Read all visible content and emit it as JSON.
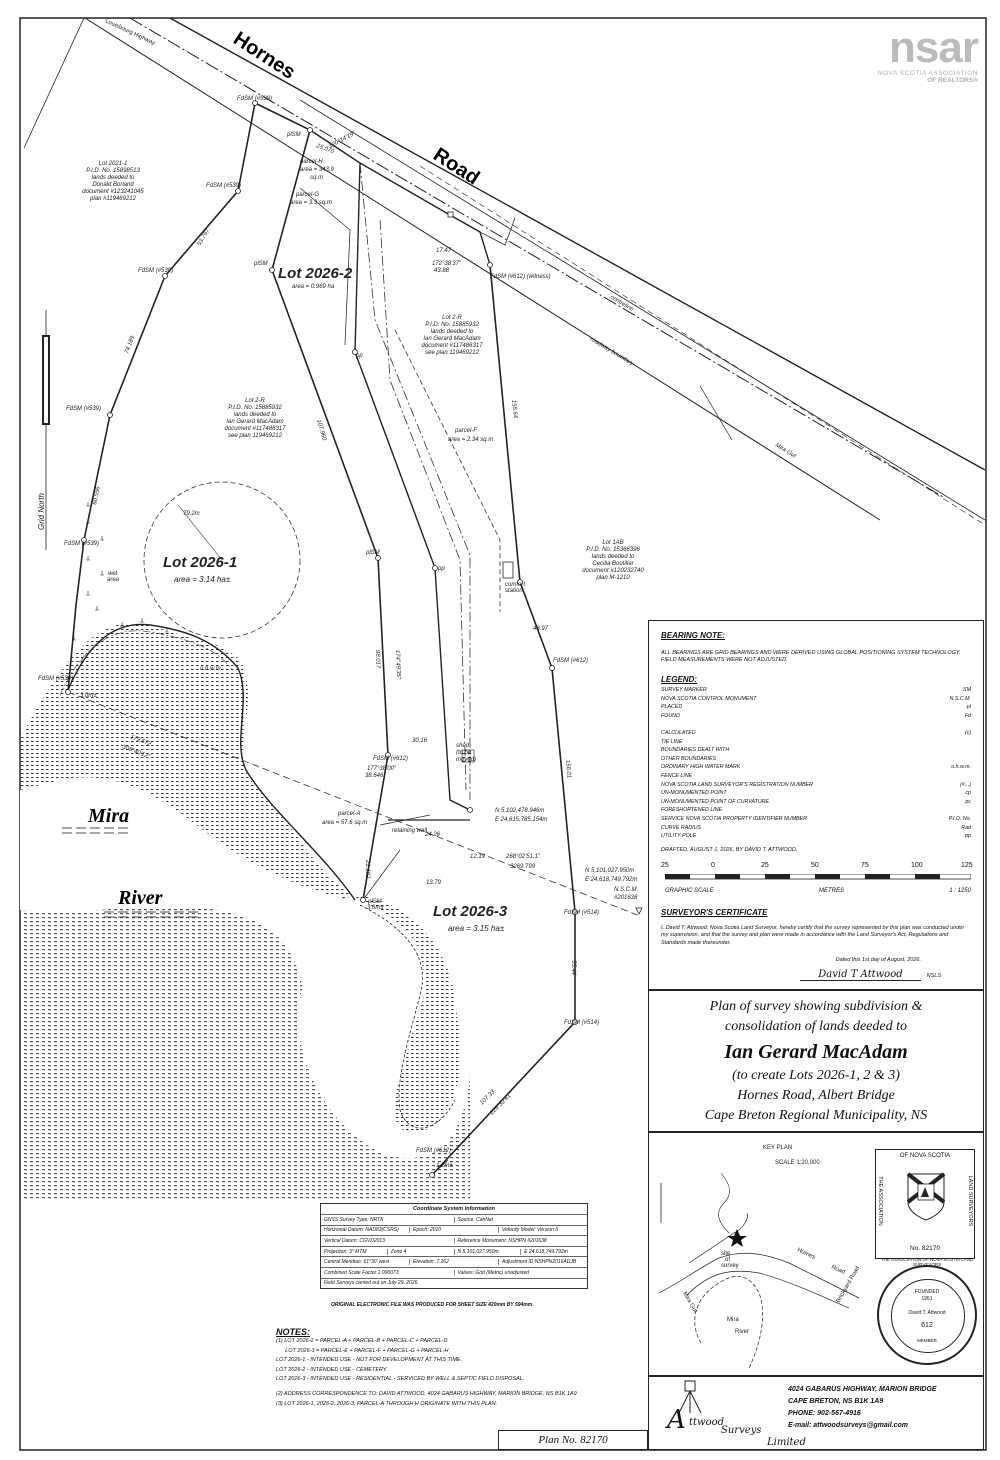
{
  "header_logo": {
    "mark": "nsar",
    "org": "NOVA SCOTIA ASSOCIATION",
    "sub": "OF REALTORS®"
  },
  "map": {
    "road_word_1": "Hornes",
    "road_word_2": "Road",
    "louisbourg": "Louisbourg Highway",
    "lot_2026_1": {
      "label": "Lot 2026-1",
      "area": "area = 3.14 ha±"
    },
    "lot_2026_2": {
      "label": "Lot 2026-2",
      "area": "area = 0.969 ha"
    },
    "lot_2026_3": {
      "label": "Lot 2026-3",
      "area": "area = 3.15 ha±"
    },
    "mira": "Mira",
    "river": "River",
    "lot_2021_1": [
      "Lot 2021-1",
      "P.I.D. No. 15898513",
      "lands deeded to",
      "Donald Borland",
      "document #123241045",
      "plan #119469212"
    ],
    "lot_2r_left": [
      "Lot 2-R",
      "P.I.D. No. 15885932",
      "lands deeded to",
      "Ian Gerard MacAdam",
      "document #117486317",
      "see plan 119469212"
    ],
    "lot_2r_top": [
      "Lot 2-R",
      "P.I.D. No. 15885932",
      "lands deeded to",
      "Ian Gerard MacAdam",
      "document #117486317",
      "see plan 119469212"
    ],
    "lot_1ab": [
      "Lot 1AB",
      "P.I.D. No. 15366396",
      "lands deeded to",
      "Cecilia Boutilier",
      "document #120232740",
      "plan M-1210"
    ],
    "parcel_h": [
      "parcel-H",
      "area = 343.9",
      "sq.m"
    ],
    "parcel_g": [
      "parcel-G",
      "area = 3.3 sq.m"
    ],
    "parcel_f": [
      "parcel-F",
      "area = 2.34 sq.m"
    ],
    "parcel_a": [
      "parcel-A",
      "area = 57.6 sq.m"
    ],
    "wet_area": [
      "wet",
      "area"
    ],
    "comfort_station": [
      "comfort",
      "station"
    ],
    "retaining_wall": "retaining wall",
    "shed": [
      "shed",
      "(to be",
      "moved)"
    ],
    "ohwm": "o.h.w.m.",
    "centreline": "centreline",
    "roadway_boundary": "roadway boundary",
    "mira_gut": "Mira Gut",
    "grid_north": "Grid  North",
    "coord_1": [
      "N 5,101,027.950m",
      "E 24,618,749.792m"
    ],
    "nscm": [
      "N.S.C.M.",
      "#201638"
    ],
    "coord_2": [
      "N 5,102,478.946m",
      "E 24,615,785.154m"
    ],
    "markers": [
      "FdSM (#539)",
      "FdSM (#539)",
      "FdSM (#539)",
      "FdSM (#539)",
      "FdSM (#539)",
      "FdSM (#539)",
      "FdSM (#612)",
      "FdSM (#612)",
      "FdSM (#514)",
      "FdSM (#514)",
      "FdSM (#612)",
      "FdSM (#612) (witness)",
      "plSM",
      "plSM",
      "plSM",
      "plSM",
      "pp",
      "pp"
    ],
    "dims": [
      "120°14'19\"",
      "43.88",
      "172°38'37\"",
      "53.797",
      "74.189",
      "60.556",
      "25.070",
      "17.47",
      "107.960",
      "98.017",
      "174°49'35\"",
      "155.64",
      "43.97",
      "156.01",
      "55.44",
      "107.33",
      "226°32'41\"",
      "179.572",
      "308°40'12\"",
      "3269.799",
      "268°02'51.1\"",
      "21.182",
      "13.79",
      "12.19",
      "24.26",
      "30.16",
      "38.646",
      "177°38'00\"",
      "79.2m",
      "3.0m±",
      "3.6m±",
      "1.2m±"
    ]
  },
  "bearing_note": {
    "title": "BEARING NOTE:",
    "text": "ALL BEARINGS ARE GRID BEARINGS AND WERE DERIVED USING GLOBAL POSITIONING SYSTEM TECHNOLOGY.",
    "text2": "FIELD MEASUREMENTS WERE NOT ADJUSTED."
  },
  "legend": {
    "title": "LEGEND:",
    "rows": [
      [
        "SURVEY MARKER",
        "SM"
      ],
      [
        "NOVA SCOTIA CONTROL MONUMENT",
        "N.S.C.M."
      ],
      [
        "PLACED",
        "pl"
      ],
      [
        "FOUND",
        "Fd"
      ],
      [
        "",
        ""
      ],
      [
        "CALCULATED",
        "(c)"
      ],
      [
        "TIE LINE",
        ""
      ],
      [
        "BOUNDARIES DEALT WITH",
        ""
      ],
      [
        "OTHER BOUNDARIES",
        ""
      ],
      [
        "ORDINARY HIGH WATER MARK",
        "o.h.w.m."
      ],
      [
        "FENCE LINE",
        ""
      ],
      [
        "NOVA SCOTIA LAND SURVEYOR'S REGISTRATION NUMBER",
        "(#...)"
      ],
      [
        "UN-MONUMENTED POINT",
        "cp"
      ],
      [
        "UN-MONUMENTED POINT OF CURVATURE",
        "pc"
      ],
      [
        "FORESHORTENED LINE",
        ""
      ],
      [
        "SERVICE NOVA SCOTIA PROPERTY IDENTIFIER NUMBER",
        "P.I.D. No."
      ],
      [
        "CURVE RADIUS",
        "Rad"
      ],
      [
        "UTILITY POLE",
        "pp"
      ]
    ],
    "drafted": "DRAFTED, AUGUST 1, 2026, BY DAVID T. ATTWOOD."
  },
  "scale": {
    "ticks": [
      "25",
      "0",
      "25",
      "50",
      "75",
      "100",
      "125"
    ],
    "label": "GRAPHIC SCALE",
    "units": "METRES",
    "ratio": "1 : 1250"
  },
  "certificate": {
    "title": "SURVEYOR'S CERTIFICATE",
    "text": "I, David T. Attwood, Nova Scotia Land Surveyor, hereby certify that the survey represented by this plan was conducted under my supervision, and that the survey and plan were made in accordance with the Land Surveyor's Act, Regulations and Standards made thereunder.",
    "dated": "Dated this 1st day of August, 2026.",
    "signature": "David T Attwood",
    "nsls": "NSLS"
  },
  "title_block": {
    "line1": "Plan of survey showing subdivision &",
    "line2": "consolidation of lands deeded to",
    "owner": "Ian Gerard MacAdam",
    "line3": "(to create Lots 2026-1, 2 & 3)",
    "line4": "Hornes Road, Albert Bridge",
    "line5": "Cape Breton Regional Municipality, NS"
  },
  "key_plan": {
    "title": "KEY PLAN",
    "scale": "SCALE    1:20,000",
    "site": [
      "site",
      "of",
      "survey"
    ],
    "hornes": "Hornes",
    "road": "Road",
    "mira": "Mira",
    "river": "River",
    "brickyard": "Brickyard Road",
    "gut": "Mira Gut"
  },
  "seal1": {
    "top": "OF NOVA SCOTIA",
    "left": "THE ASSOCIATION",
    "right": "LAND SURVEYORS",
    "no": "No. 82170"
  },
  "seal2": {
    "ring": "THE ASSOCIATION OF NOVA SCOTIA LAND SURVEYORS",
    "founded": "FOUNDED",
    "year": "1951",
    "name": "David T. Attwood",
    "num": "612",
    "member": "MEMBER"
  },
  "company": {
    "a": "A",
    "ttwood": "ttwood",
    "surveys": "Surveys",
    "limited": "Limited"
  },
  "contact": [
    "4024 GABARUS HIGHWAY, MARION BRIDGE",
    "CAPE BRETON, NS    B1K 1A9",
    "PHONE:  902-567-4916",
    "E-mail:  attwoodsurveys@gmail.com"
  ],
  "plan_no": "Plan No. 82170",
  "coord_system": {
    "title": "Coordinate System Information",
    "rows": [
      [
        "GNSS Survey Type: NRTK",
        "Source: CanNet"
      ],
      [
        "Horizontal Datum: NAD83(CSRS)",
        "Epoch: 2010",
        "Velocity Model: Version 6"
      ],
      [
        "Vertical Datum: CGVD2013",
        "Reference Monument: NSHPN #201638"
      ],
      [
        "Projection: 3° MTM",
        "Zone 4",
        "N 5,101,027.950m",
        "E 24,618,749.792m"
      ],
      [
        "Central Meridian: 61°30' west",
        "Elevation: 7.262",
        "Adjustment ID:NSHPN2016ADJB"
      ],
      [
        "Combined Scale Factor 1.000073",
        "Values: Grid (Metric) unadjusted"
      ],
      [
        "Field Surveys carried out on July 29, 2026."
      ]
    ]
  },
  "electronic_note": "ORIGINAL ELECTRONIC FILE WAS PRODUCED FOR SHEET SIZE 420mm BY 594mm.",
  "notes": {
    "title": "NOTES:",
    "lines": [
      "(1) LOT 2026-2 = PARCEL-A + PARCEL-B + PARCEL-C + PARCEL-D",
      "      LOT 2026-3 = PARCEL-E + PARCEL-F + PARCEL-G + PARCEL-H",
      "LOT 2026-1 - INTENDED USE - NOT FOR DEVELOPMENT AT THIS TIME.",
      "LOT 2026-2 - INTENDED USE - CEMETERY.",
      "LOT 2026-3 - INTENDED USE - RESIDENTIAL - SERVICED BY WELL & SEPTIC FIELD DISPOSAL.",
      "(2) ADDRESS CORRESPONDENCE TO: DAVID ATTWOOD, 4024 GABARUS HIGHWAY, MARION BRIDGE, NS B1K 1A9",
      "(3) LOT 2026-1, 2026-2, 2026-3, PARCEL-A THROUGH H ORIGINATE WITH THIS PLAN."
    ]
  }
}
